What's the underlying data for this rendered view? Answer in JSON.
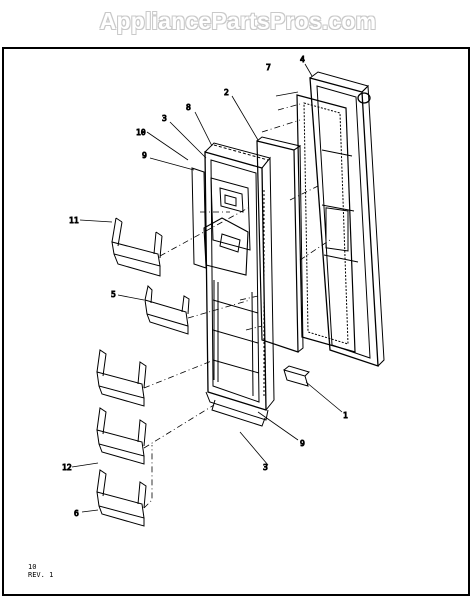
{
  "watermark": "AppliancePartsPros.com",
  "callouts": {
    "c1": "1",
    "c2": "2",
    "c3a": "3",
    "c3b": "3",
    "c4": "4",
    "c5": "5",
    "c6": "6",
    "c7": "7",
    "c8": "8",
    "c9a": "9",
    "c9b": "9",
    "c10": "10",
    "c11": "11",
    "c12": "12"
  },
  "page_ref": {
    "line1": "10",
    "line2": "REV. 1"
  },
  "colors": {
    "ink": "#000000",
    "watermark_outline": "#c9c9c9",
    "paper": "#ffffff"
  }
}
